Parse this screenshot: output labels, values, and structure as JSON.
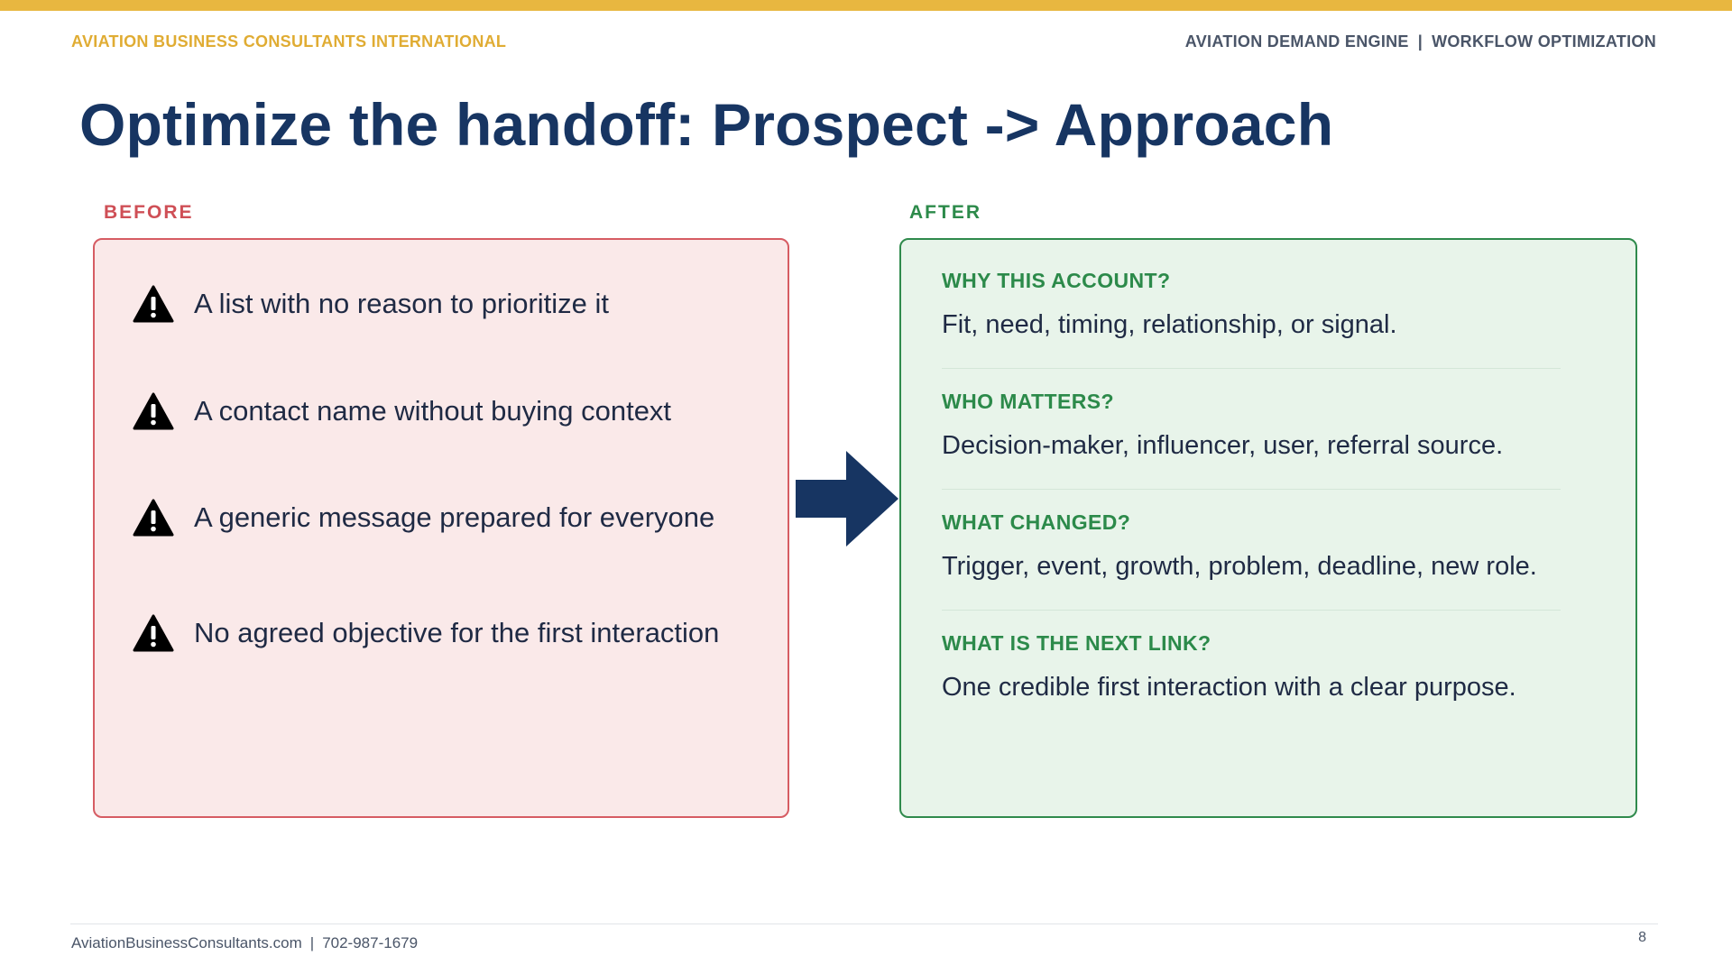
{
  "header": {
    "brand": "AVIATION BUSINESS CONSULTANTS INTERNATIONAL",
    "section": "AVIATION DEMAND ENGINE",
    "separator": "|",
    "topic": "WORKFLOW OPTIMIZATION"
  },
  "title": "Optimize the handoff: Prospect -> Approach",
  "before": {
    "label": "BEFORE",
    "icon": "warning-icon",
    "items": [
      "A list with no reason to prioritize it",
      "A contact name without buying context",
      "A generic message prepared for everyone",
      "No agreed objective for the first interaction"
    ]
  },
  "after": {
    "label": "AFTER",
    "sections": [
      {
        "question": "WHY THIS ACCOUNT?",
        "answer": "Fit, need, timing, relationship, or signal."
      },
      {
        "question": "WHO MATTERS?",
        "answer": "Decision-maker, influencer, user, referral source."
      },
      {
        "question": "WHAT CHANGED?",
        "answer": "Trigger, event, growth, problem, deadline, new role."
      },
      {
        "question": "WHAT IS THE NEXT LINK?",
        "answer": "One credible first interaction with a clear purpose."
      }
    ]
  },
  "footer": {
    "website": "AviationBusinessConsultants.com",
    "separator": "|",
    "phone": "702-987-1679",
    "page": "8"
  },
  "colors": {
    "accent_gold": "#e8b740",
    "title_navy": "#173562",
    "before_red": "#cf4f56",
    "before_bg": "#fae9e9",
    "after_green": "#2c8a4a",
    "after_bg": "#e8f4ea",
    "arrow_navy": "#173562"
  }
}
